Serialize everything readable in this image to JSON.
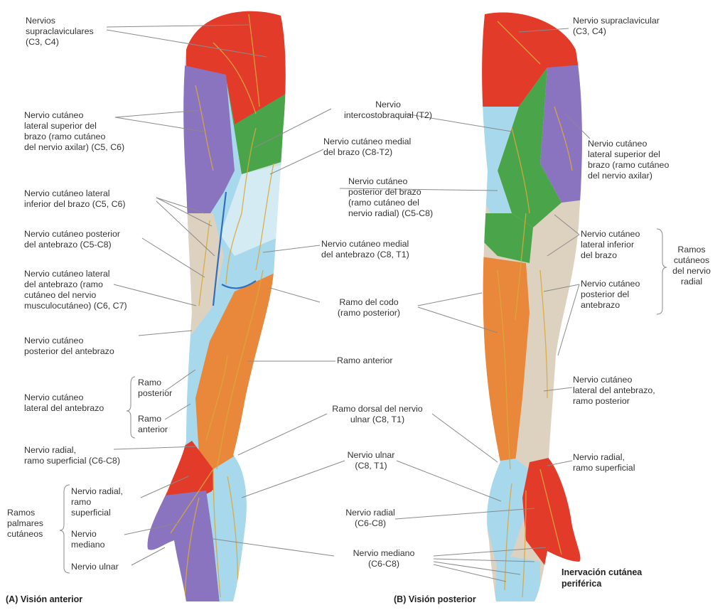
{
  "colors": {
    "supraclavicular": "#e23b2a",
    "axillary": "#8a74c0",
    "intercostobrachial": "#4aa54a",
    "medial": "#a8d8ec",
    "posterior_forearm": "#ddd2bf",
    "lateral_forearm": "#e9873a",
    "radial_hand": "#e23b2a",
    "ulnar": "#a8d8ec",
    "median": "#8a74c0",
    "nerve": "#d9a93a",
    "vein": "#2f6fbf",
    "leader": "#8a8a8a"
  },
  "labels": {
    "a_supraclav": "Nervios\nsupraclaviculares\n(C3, C4)",
    "a_lat_sup": "Nervio cutáneo\nlateral superior del\nbrazo (ramo cutáneo\ndel nervio axilar) (C5, C6)",
    "a_lat_inf": "Nervio cutáneo lateral\ninferior del brazo (C5, C6)",
    "a_post_ante": "Nervio cutáneo posterior\ndel antebrazo (C5-C8)",
    "a_lat_ante": "Nervio cutáneo lateral\ndel antebrazo (ramo\ncutáneo del nervio\nmusculocutáneo) (C6, C7)",
    "a_post_ante2": "Nervio cutáneo\nposterior del antebrazo",
    "a_lat_ante2": "Nervio cutáneo\nlateral del antebrazo",
    "a_ramo_post": "Ramo\nposterior",
    "a_ramo_ant": "Ramo\nanterior",
    "a_radial_sup": "Nervio radial,\nramo superficial (C6-C8)",
    "a_ramos_palm": "Ramos\npalmares\ncutáneos",
    "a_radial_ramo": "Nervio radial,\nramo\nsuperficial",
    "a_mediano": "Nervio\nmediano",
    "a_ulnar": "Nervio ulnar",
    "c_intercosto": "Nervio\nintercostobraquial (T2)",
    "c_medial_brazo": "Nervio cutáneo medial\ndel brazo (C8-T2)",
    "c_post_brazo": "Nervio cutáneo\nposterior del brazo\n(ramo cutáneo del\nnervio radial) (C5-C8)",
    "c_medial_ante": "Nervio cutáneo medial\ndel antebrazo (C8, T1)",
    "c_codo": "Ramo del codo\n(ramo posterior)",
    "c_ramo_ant": "Ramo anterior",
    "c_dorsal_ulnar": "Ramo dorsal del nervio\nulnar (C8, T1)",
    "c_ulnar": "Nervio ulnar\n(C8, T1)",
    "c_radial": "Nervio radial\n(C6-C8)",
    "c_mediano": "Nervio mediano\n(C6-C8)",
    "b_supraclav": "Nervio supraclavicular\n(C3, C4)",
    "b_lat_sup": "Nervio cutáneo\nlateral superior del\nbrazo (ramo cutáneo\ndel nervio axilar)",
    "b_lat_inf": "Nervio cutáneo\nlateral inferior\ndel brazo",
    "b_post_ante": "Nervio cutáneo\nposterior del\nantebrazo",
    "b_ramos_cut": "Ramos\ncutáneos\ndel nervio\nradial",
    "b_lat_ante": "Nervio cutáneo\nlateral del antebrazo,\nramo posterior",
    "b_radial_sup": "Nervio radial,\nramo superficial",
    "b_inervacion": "Inervación cutánea\nperiférica"
  },
  "captions": {
    "a": "(A) Visión anterior",
    "b": "(B) Visión posterior"
  }
}
